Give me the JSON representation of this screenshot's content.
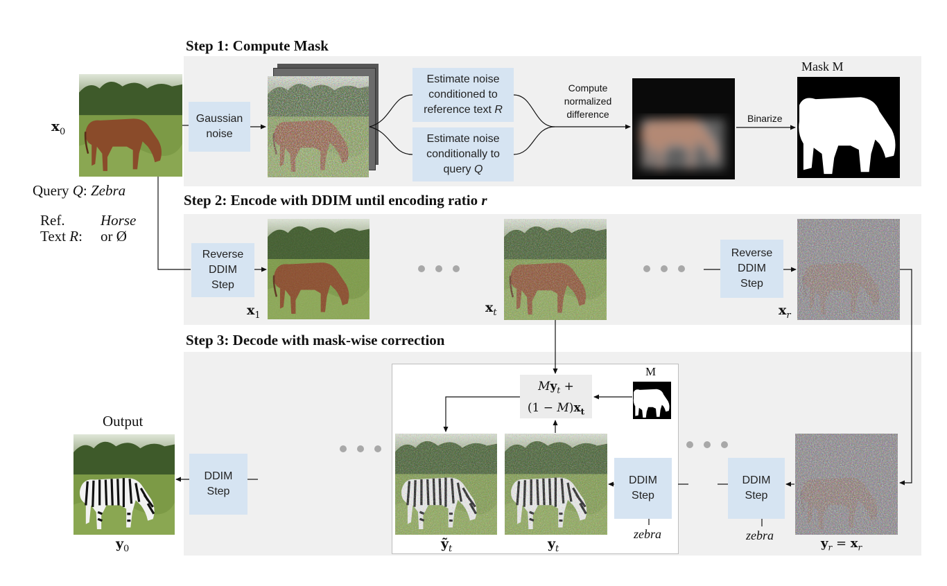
{
  "step1": {
    "title": "Step 1: Compute Mask",
    "gaussian_noise": "Gaussian\nnoise",
    "estimate_ref": "Estimate noise\nconditioned to\nreference text ",
    "estimate_ref_var": "R",
    "estimate_query": "Estimate noise\nconditionally to\nquery ",
    "estimate_query_var": "Q",
    "compute_diff": "Compute\nnormalized\ndifference",
    "binarize": "Binarize",
    "mask_label": "Mask M"
  },
  "inputs": {
    "x0_sym": "x",
    "x0_sub": "0",
    "query_prefix": "Query ",
    "query_var": "Q",
    "query_colon": ": ",
    "query_value": "Zebra",
    "ref_line1": "Ref.",
    "ref_line2_prefix": "Text ",
    "ref_var": "R",
    "ref_colon": ":",
    "ref_value1": "Horse",
    "ref_value2": "or Ø"
  },
  "step2": {
    "title_prefix": "Step 2: Encode with DDIM until encoding ratio ",
    "title_var": "r",
    "reverse_step_a": "Reverse\nDDIM\nStep",
    "reverse_step_b": "Reverse\nDDIM\nStep",
    "x1_sym": "x",
    "x1_sub": "1",
    "xt_sym": "x",
    "xt_sub": "t",
    "xr_sym": "x",
    "xr_sub": "r"
  },
  "step3": {
    "title": "Step 3: Decode with mask-wise correction",
    "output_label": "Output",
    "ddim_step_out": "DDIM\nStep",
    "ddim_step_inner": "DDIM\nStep",
    "ddim_step_right": "DDIM\nStep",
    "formula_line1_a": "M",
    "formula_line1_y": "y",
    "formula_line1_sub": "t",
    "formula_line1_b": " +",
    "formula_line2_a": "(1 − ",
    "formula_line2_m": "M",
    "formula_line2_b": ")",
    "formula_line2_x": "x",
    "formula_line2_sub": "t",
    "mask_small_label": "M",
    "zebra_inner": "zebra",
    "zebra_right": "zebra",
    "ytilde_sym": "ỹ",
    "ytilde_sub": "t",
    "yt_sym": "y",
    "yt_sub": "t",
    "yr_sym": "y",
    "yr_sub": "r",
    "yr_eq": " = ",
    "yr_x": "x",
    "yr_xsub": "r",
    "y0_sym": "y",
    "y0_sub": "0"
  },
  "colors": {
    "panel": "#f0f0f0",
    "box": "#d6e4f2",
    "dots": "#a8a8a8"
  }
}
